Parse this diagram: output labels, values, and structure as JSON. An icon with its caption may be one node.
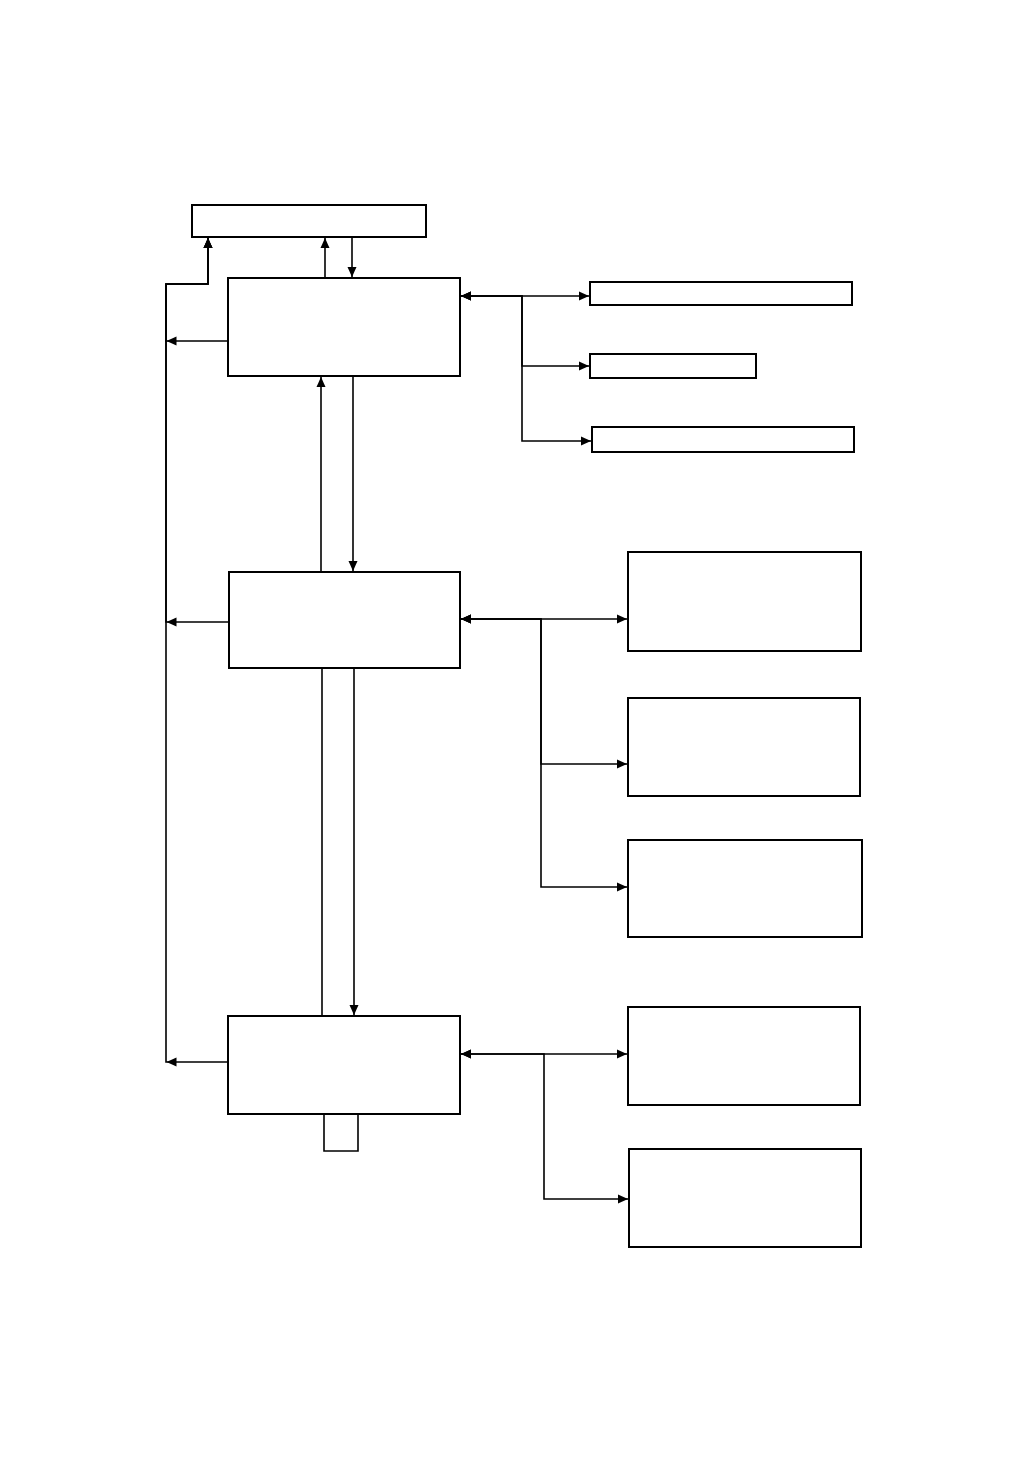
{
  "diagram": {
    "nodes": [
      {
        "text": [],
        "shape": "box"
      },
      {
        "text": [],
        "shape": "box"
      },
      {
        "text": [],
        "shape": "box"
      },
      {
        "text": [],
        "shape": "box"
      },
      {
        "text": [],
        "shape": "box"
      },
      {
        "text": [],
        "shape": "box"
      },
      {
        "text": [],
        "shape": "box"
      },
      {
        "text": [],
        "shape": "box"
      },
      {
        "text": [],
        "shape": "box"
      },
      {
        "text": [],
        "shape": "box"
      },
      {
        "text": [],
        "shape": "box"
      },
      {
        "text": [],
        "shape": "box"
      }
    ],
    "edges": [
      {
        "from": 0,
        "to": 1,
        "arrow": "to"
      },
      {
        "from": 1,
        "to": 0,
        "arrow": "to"
      },
      {
        "from": 1,
        "to": 0,
        "arrow": "to"
      },
      {
        "from": 5,
        "to": 0,
        "arrow": "to"
      },
      {
        "from": 9,
        "to": 0,
        "arrow": "to"
      },
      {
        "from": 5,
        "to": 1,
        "arrow": "to"
      },
      {
        "from": 1,
        "to": 5,
        "arrow": "to"
      },
      {
        "from": 5,
        "to": 9,
        "arrow": "none"
      },
      {
        "from": 5,
        "to": 9,
        "arrow": "to"
      },
      {
        "from": 9,
        "to": 9,
        "arrow": "none"
      },
      {
        "from": 1,
        "to": 2,
        "arrow": "both"
      },
      {
        "from": 1,
        "to": 3,
        "arrow": "both"
      },
      {
        "from": 1,
        "to": 4,
        "arrow": "both"
      },
      {
        "from": 5,
        "to": 6,
        "arrow": "both"
      },
      {
        "from": 5,
        "to": 7,
        "arrow": "both"
      },
      {
        "from": 5,
        "to": 8,
        "arrow": "both"
      },
      {
        "from": 9,
        "to": 10,
        "arrow": "both"
      },
      {
        "from": 9,
        "to": 11,
        "arrow": "both"
      }
    ]
  }
}
